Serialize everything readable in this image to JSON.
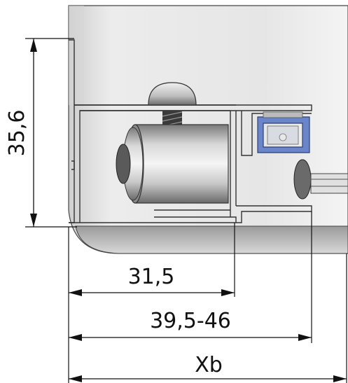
{
  "dimensions": {
    "height": "35,6",
    "width_inner": "31,5",
    "width_range": "39,5-46",
    "width_total": "Xb"
  }
}
